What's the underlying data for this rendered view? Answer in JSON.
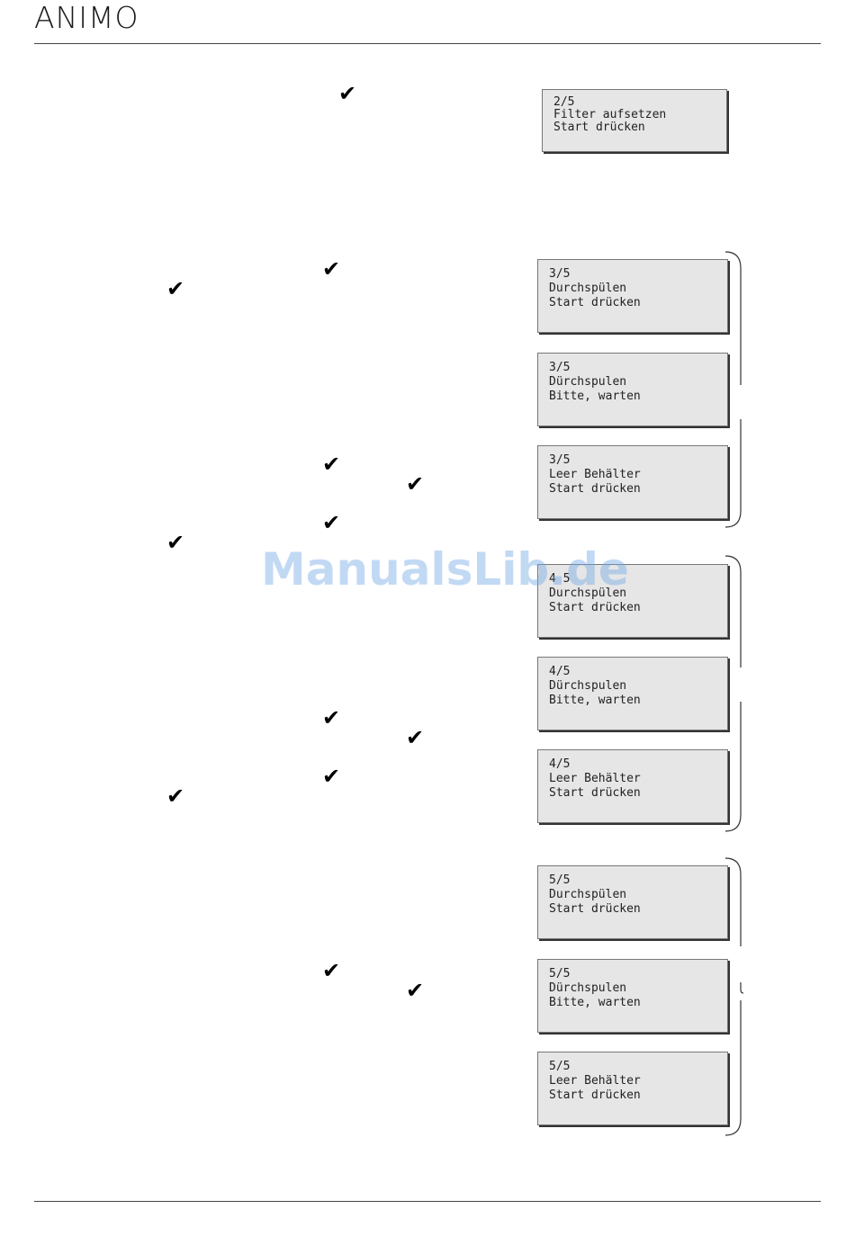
{
  "header": {
    "brand": "ANIMO"
  },
  "check_symbol": "✔",
  "watermark": "ManualsLib.de",
  "displays": [
    {
      "lines": [
        "2/5",
        "Filter aufsetzen",
        "Start drücken"
      ]
    },
    {
      "lines": [
        "3/5",
        "Durchspülen",
        "Start drücken"
      ]
    },
    {
      "lines": [
        "3/5",
        "Dürchspulen",
        "Bitte, warten"
      ]
    },
    {
      "lines": [
        "3/5",
        "Leer Behälter",
        "Start drücken"
      ]
    },
    {
      "lines": [
        "4 5",
        "Durchspülen",
        "Start drücken"
      ]
    },
    {
      "lines": [
        "4/5",
        "Dürchspulen",
        "Bitte, warten"
      ]
    },
    {
      "lines": [
        "4/5",
        "Leer Behälter",
        "Start drücken"
      ]
    },
    {
      "lines": [
        "5/5",
        "Durchspülen",
        "Start drücken"
      ]
    },
    {
      "lines": [
        "5/5",
        "Dürchspulen",
        "Bitte, warten"
      ]
    },
    {
      "lines": [
        "5/5",
        "Leer Behälter",
        "Start drücken"
      ]
    }
  ]
}
